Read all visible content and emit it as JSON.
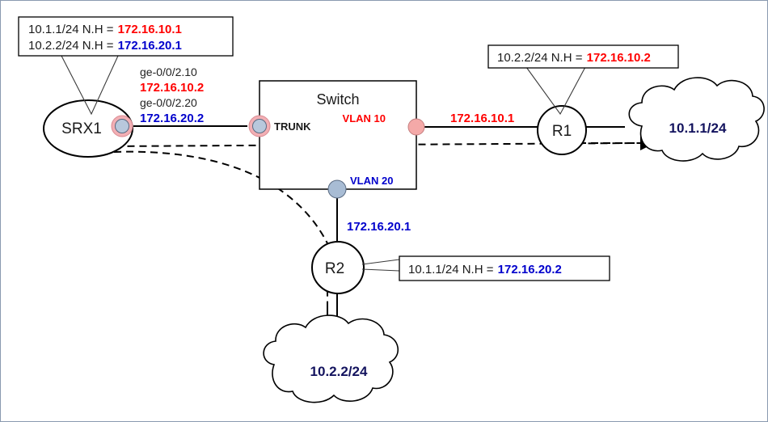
{
  "diagram": {
    "title": "SRX1 trunk to switch with VLAN 10 and VLAN 20 routing",
    "colors": {
      "red": "#ff0000",
      "blue": "#0000cc",
      "cloud_text": "#13135e",
      "port_ring": "#f2afb4",
      "port_fill": "#b8c8dc",
      "vlan10_port": "#f4a9a8",
      "vlan20_port": "#a8bcd4",
      "page_border": "#8a9ab0"
    },
    "callouts": {
      "srx1": {
        "line1_prefix": "10.1.1/24 N.H = ",
        "line1_value": "172.16.10.1",
        "line2_prefix": "10.2.2/24 N.H = ",
        "line2_value": "172.16.20.1"
      },
      "r1": {
        "prefix": "10.2.2/24  N.H = ",
        "value": "172.16.10.2"
      },
      "r2": {
        "prefix": "10.1.1/24  N.H = ",
        "value": "172.16.20.2"
      }
    },
    "interfaces": {
      "unit10_name": "ge-0/0/2.10",
      "unit10_ip": "172.16.10.2",
      "unit20_name": "ge-0/0/2.20",
      "unit20_ip": "172.16.20.2"
    },
    "nodes": {
      "srx1": "SRX1",
      "switch": "Switch",
      "r1": "R1",
      "r2": "R2"
    },
    "ports": {
      "trunk": "TRUNK",
      "vlan10": "VLAN 10",
      "vlan20": "VLAN 20"
    },
    "link_labels": {
      "vlan10_link_ip": "172.16.10.1",
      "vlan20_link_ip": "172.16.20.1"
    },
    "clouds": {
      "right": "10.1.1/24",
      "bottom": "10.2.2/24"
    }
  }
}
